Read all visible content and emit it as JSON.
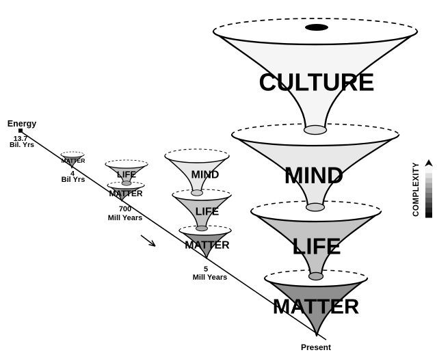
{
  "diagram": {
    "description": "Cosmic evolution funnel diagram: energy to matter, life, mind and culture over time with rising complexity",
    "energy": {
      "label": "Energy",
      "time_value": "13.7",
      "time_unit": "Bil. Yrs"
    },
    "stacks": [
      {
        "funnels": [
          "MATTER"
        ],
        "time_value": "4",
        "time_unit": "Bil Yrs"
      },
      {
        "funnels": [
          "LIFE",
          "MATTER"
        ],
        "time_value": "700",
        "time_unit": "Mill Years"
      },
      {
        "funnels": [
          "MIND",
          "LIFE",
          "MATTER"
        ],
        "time_value": "5",
        "time_unit": "Mill Years"
      },
      {
        "funnels": [
          "CULTURE",
          "MIND",
          "LIFE",
          "MATTER"
        ],
        "time_value": "Present",
        "time_unit": ""
      }
    ],
    "legend": {
      "label": "COMPLEXITY",
      "gradient_top": "#f8f8f8",
      "gradient_bottom": "#080808",
      "steps": 10
    },
    "colors": {
      "culture": "#f5f5f5",
      "mind": "#e8e8e8",
      "life": "#c4c4c4",
      "matter": "#8f8f8f",
      "ink": "#000000"
    }
  }
}
